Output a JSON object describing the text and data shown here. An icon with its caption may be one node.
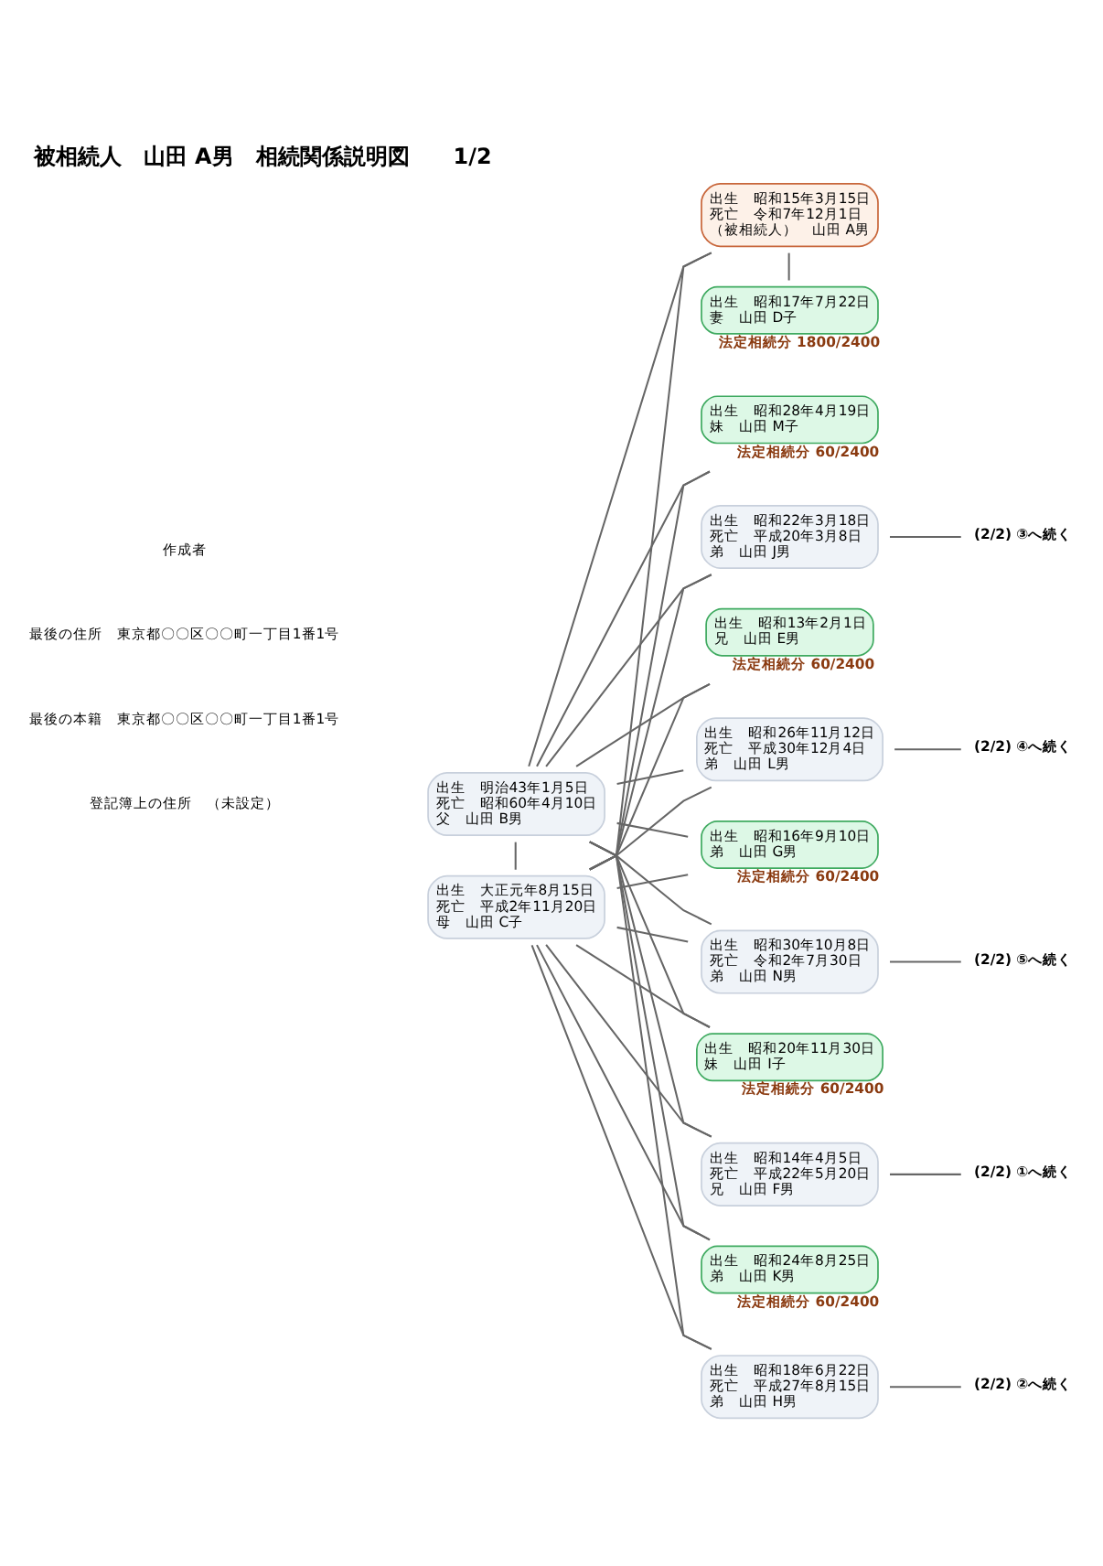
{
  "diagram": {
    "title": "被相続人　山田 A男　相続関係説明図　　1/2",
    "nodes": [
      {
        "text": [
          "出生　明治43年1月5日",
          "死亡　昭和60年4月10日",
          "父　山田 B男"
        ]
      },
      {
        "text": [
          "出生　大正元年8月15日",
          "死亡　平成2年11月20日",
          "母　山田 C子"
        ]
      },
      {
        "text": [
          "出生　昭和15年3月15日",
          "死亡　令和7年12月1日",
          "（被相続人）　山田 A男"
        ]
      },
      {
        "text": [
          "出生　昭和17年7月22日",
          "妻　山田 D子"
        ],
        "beside": [
          "法定相続分 1800/2400"
        ]
      },
      {
        "text": [
          "出生　昭和13年2月1日",
          "兄　山田 E男"
        ],
        "beside": [
          "法定相続分 60/2400"
        ]
      },
      {
        "text": [
          "出生　昭和14年4月5日",
          "死亡　平成22年5月20日",
          "兄　山田 F男"
        ]
      },
      {
        "text": [
          "(2/2) ①へ続く"
        ]
      },
      {
        "text": [
          "出生　昭和16年9月10日",
          "弟　山田 G男"
        ],
        "beside": [
          "法定相続分 60/2400"
        ]
      },
      {
        "text": [
          "出生　昭和18年6月22日",
          "死亡　平成27年8月15日",
          "弟　山田 H男"
        ]
      },
      {
        "text": [
          "(2/2) ②へ続く"
        ]
      },
      {
        "text": [
          "出生　昭和20年11月30日",
          "妹　山田 I子"
        ],
        "beside": [
          "法定相続分 60/2400"
        ]
      },
      {
        "text": [
          "出生　昭和22年3月18日",
          "死亡　平成20年3月8日",
          "弟　山田 J男"
        ]
      },
      {
        "text": [
          "(2/2) ③へ続く"
        ]
      },
      {
        "text": [
          "出生　昭和24年8月25日",
          "弟　山田 K男"
        ],
        "beside": [
          "法定相続分 60/2400"
        ]
      },
      {
        "text": [
          "出生　昭和26年11月12日",
          "死亡　平成30年12月4日",
          "弟　山田 L男"
        ]
      },
      {
        "text": [
          "(2/2) ④へ続く"
        ]
      },
      {
        "text": [
          "出生　昭和28年4月19日",
          "妹　山田 M子"
        ],
        "beside": [
          "法定相続分 60/2400"
        ]
      },
      {
        "text": [
          "出生　昭和30年10月8日",
          "死亡　令和2年7月30日",
          "弟　山田 N男"
        ]
      },
      {
        "text": [
          "(2/2) ⑤へ続く"
        ]
      }
    ],
    "edges": [
      {
        "from": 0,
        "to": 1,
        "arrow": "none"
      },
      {
        "from": 2,
        "to": 3,
        "arrow": "none"
      },
      {
        "from": 0,
        "to": 2,
        "arrow": "none"
      },
      {
        "from": 1,
        "to": 2,
        "arrow": "none"
      },
      {
        "from": 0,
        "to": 4,
        "arrow": "none"
      },
      {
        "from": 1,
        "to": 4,
        "arrow": "none"
      },
      {
        "from": 0,
        "to": 5,
        "arrow": "none"
      },
      {
        "from": 1,
        "to": 5,
        "arrow": "none"
      },
      {
        "from": 0,
        "to": 7,
        "arrow": "none"
      },
      {
        "from": 1,
        "to": 7,
        "arrow": "none"
      },
      {
        "from": 0,
        "to": 8,
        "arrow": "none"
      },
      {
        "from": 1,
        "to": 8,
        "arrow": "none"
      },
      {
        "from": 0,
        "to": 10,
        "arrow": "none"
      },
      {
        "from": 1,
        "to": 10,
        "arrow": "none"
      },
      {
        "from": 0,
        "to": 11,
        "arrow": "none"
      },
      {
        "from": 1,
        "to": 11,
        "arrow": "none"
      },
      {
        "from": 0,
        "to": 13,
        "arrow": "none"
      },
      {
        "from": 1,
        "to": 13,
        "arrow": "none"
      },
      {
        "from": 0,
        "to": 14,
        "arrow": "none"
      },
      {
        "from": 1,
        "to": 14,
        "arrow": "none"
      },
      {
        "from": 0,
        "to": 16,
        "arrow": "none"
      },
      {
        "from": 1,
        "to": 16,
        "arrow": "none"
      },
      {
        "from": 0,
        "to": 17,
        "arrow": "none"
      },
      {
        "from": 1,
        "to": 17,
        "arrow": "none"
      },
      {
        "from": 5,
        "to": 6,
        "arrow": "none"
      },
      {
        "from": 8,
        "to": 9,
        "arrow": "none"
      },
      {
        "from": 11,
        "to": 12,
        "arrow": "none"
      },
      {
        "from": 14,
        "to": 15,
        "arrow": "none"
      },
      {
        "from": 17,
        "to": 18,
        "arrow": "none"
      }
    ],
    "labels": [
      "作成者",
      "最後の住所　東京都〇〇区〇〇町一丁目1番1号",
      "最後の本籍　東京都〇〇区〇〇町一丁目1番1号",
      "登記簿上の住所　（未設定）"
    ]
  }
}
